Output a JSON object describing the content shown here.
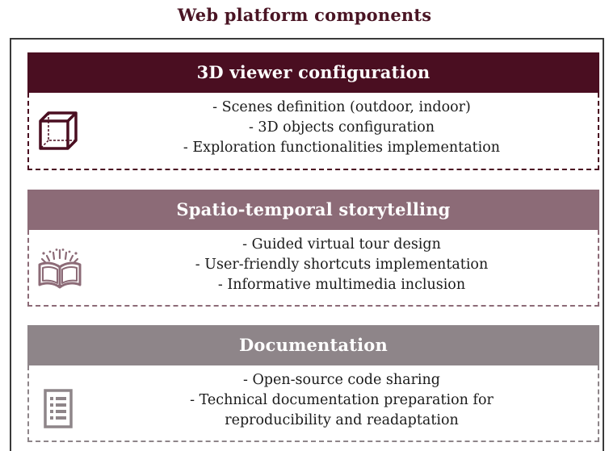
{
  "title": "Web platform components",
  "colors": {
    "title": "#4a1524",
    "section1": "#4a0e21",
    "section2": "#8c6b77",
    "section3": "#8e8589"
  },
  "sections": [
    {
      "header": "3D viewer configuration",
      "icon": "cube-icon",
      "lines": [
        "- Scenes definition (outdoor, indoor)",
        "- 3D objects configuration",
        "- Exploration functionalities implementation"
      ]
    },
    {
      "header": "Spatio-temporal storytelling",
      "icon": "open-book-icon",
      "lines": [
        "- Guided virtual tour design",
        "- User-friendly shortcuts implementation",
        "- Informative multimedia inclusion"
      ]
    },
    {
      "header": "Documentation",
      "icon": "document-list-icon",
      "lines": [
        "- Open-source code sharing",
        "- Technical documentation preparation for",
        "reproducibility and readaptation"
      ]
    }
  ]
}
